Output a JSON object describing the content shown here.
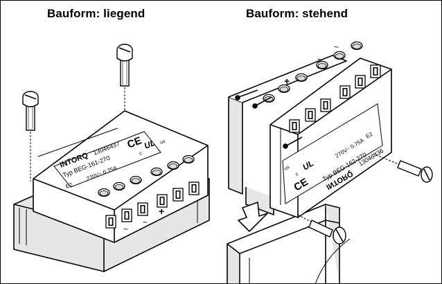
{
  "titles": {
    "left": "Bauform: liegend",
    "right": "Bauform: stehend"
  },
  "left_device": {
    "brand": "INTORQ",
    "part_number": "13046437",
    "type_label": "Typ BEG-161-270",
    "e2": "E2",
    "rating": "270V~  0.75A",
    "ce_mark": "CE",
    "ul_mark": "UL",
    "ul_c": "c",
    "ul_us": "us",
    "plus": "+",
    "minus_a": "~",
    "minus_b": "~"
  },
  "right_device": {
    "brand": "INTORQ",
    "part_number": "13046436",
    "type_label": "Typ BEG-162-270",
    "e2": "E2",
    "rating": "270V~  0.75A",
    "ce_mark": "CE",
    "ul_mark": "UL",
    "ul_c": "c",
    "ul_us": "us",
    "plus": "+",
    "minus_a": "~",
    "minus_b": "~"
  },
  "colors": {
    "line": "#000000",
    "shade": "#d9d9d9",
    "fill": "#ffffff"
  }
}
